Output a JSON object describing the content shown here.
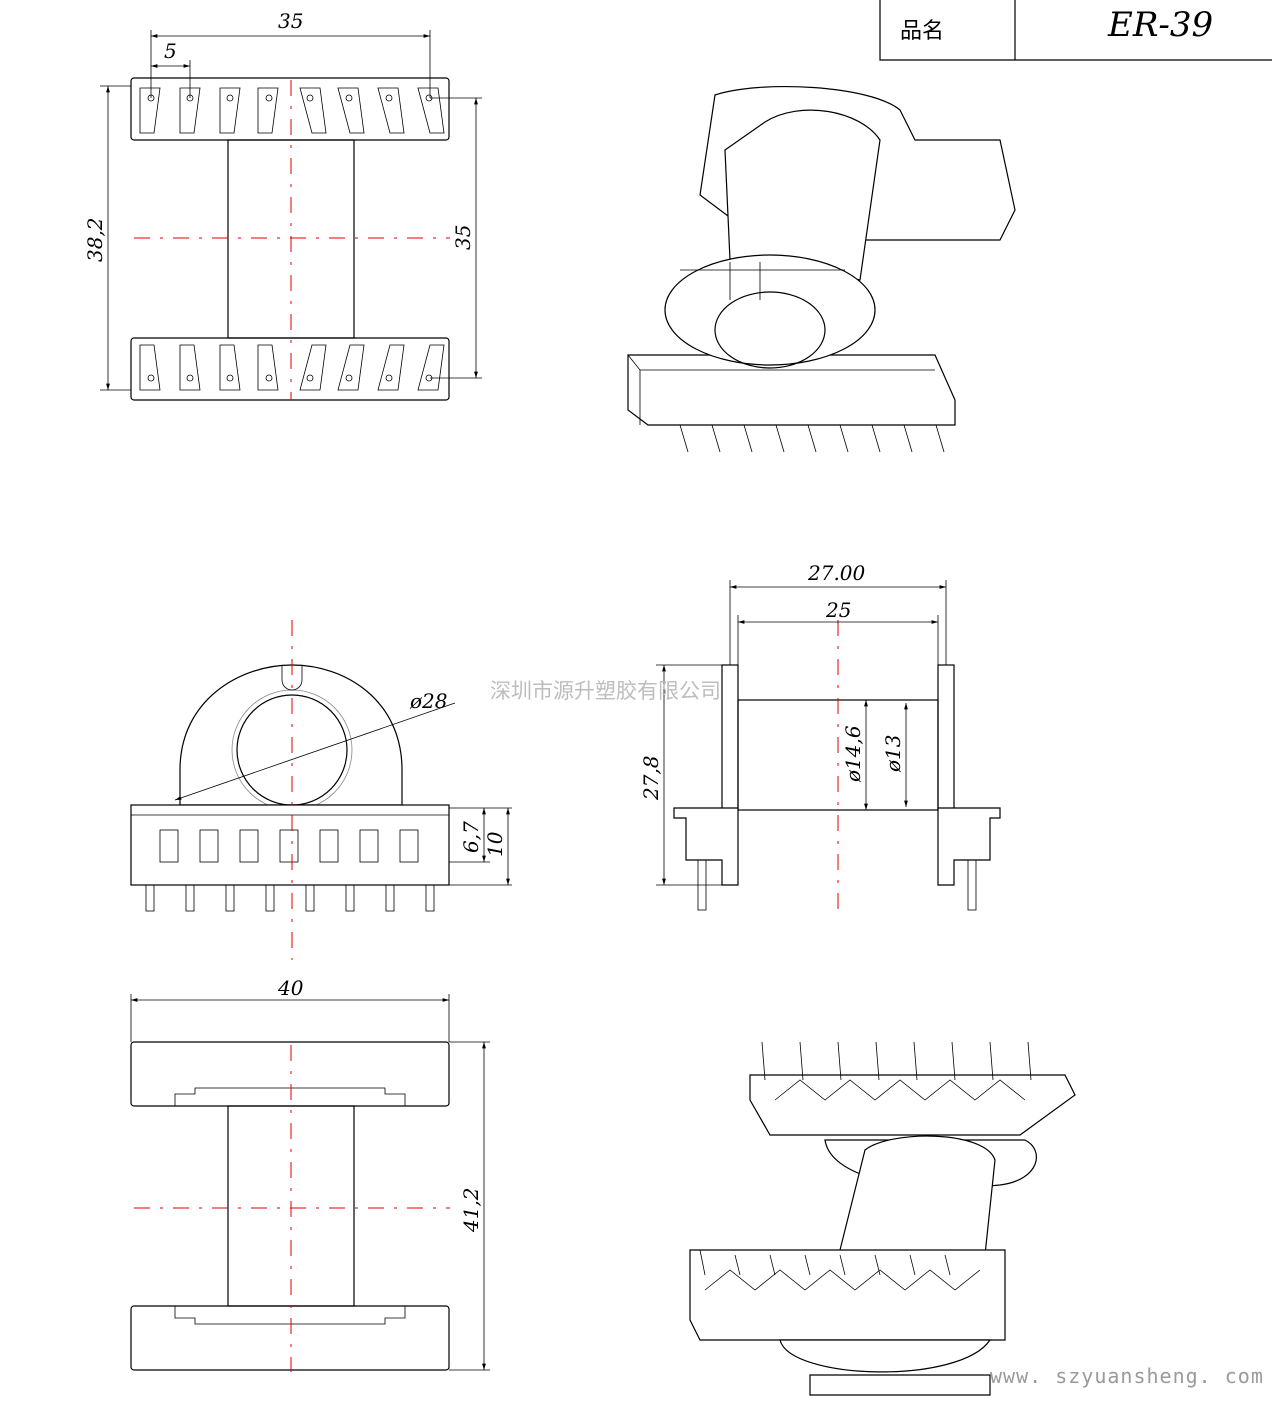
{
  "title_block": {
    "label": "品名",
    "value": "ER-39"
  },
  "watermark": {
    "company": "深圳市源升塑胶有限公司",
    "url": "www. szyuansheng. com"
  },
  "dimensions": {
    "top_pitch_total": "35",
    "top_pitch": "5",
    "top_height": "38,2",
    "top_pin_span": "35",
    "front_diameter": "ø28",
    "front_base": "6,7",
    "front_base_total": "10",
    "side_flange": "27.00",
    "side_winding": "25",
    "side_height": "27,8",
    "side_outer": "ø14,6",
    "side_inner": "ø13",
    "bottom_width": "40",
    "bottom_height": "41,2"
  }
}
